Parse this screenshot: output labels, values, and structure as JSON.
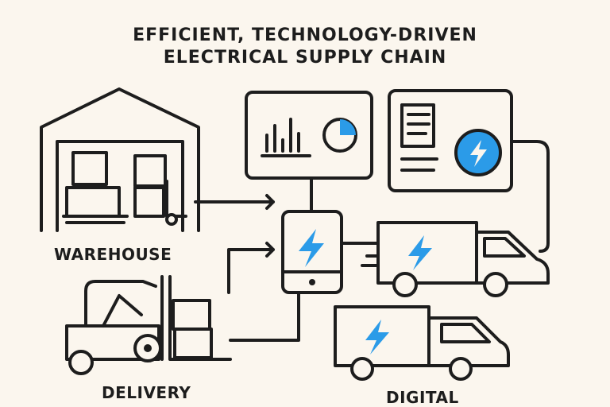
{
  "title": {
    "line1": "EFFICIENT, TECHNOLOGY-DRIVEN",
    "line2": "ELECTRICAL SUPPLY CHAIN"
  },
  "labels": {
    "warehouse": "WAREHOUSE",
    "delivery": "DELIVERY",
    "digital": "DIGITAL"
  },
  "colors": {
    "accent": "#2b9be8",
    "ink": "#1d1d1d",
    "background": "#fbf6ee"
  }
}
